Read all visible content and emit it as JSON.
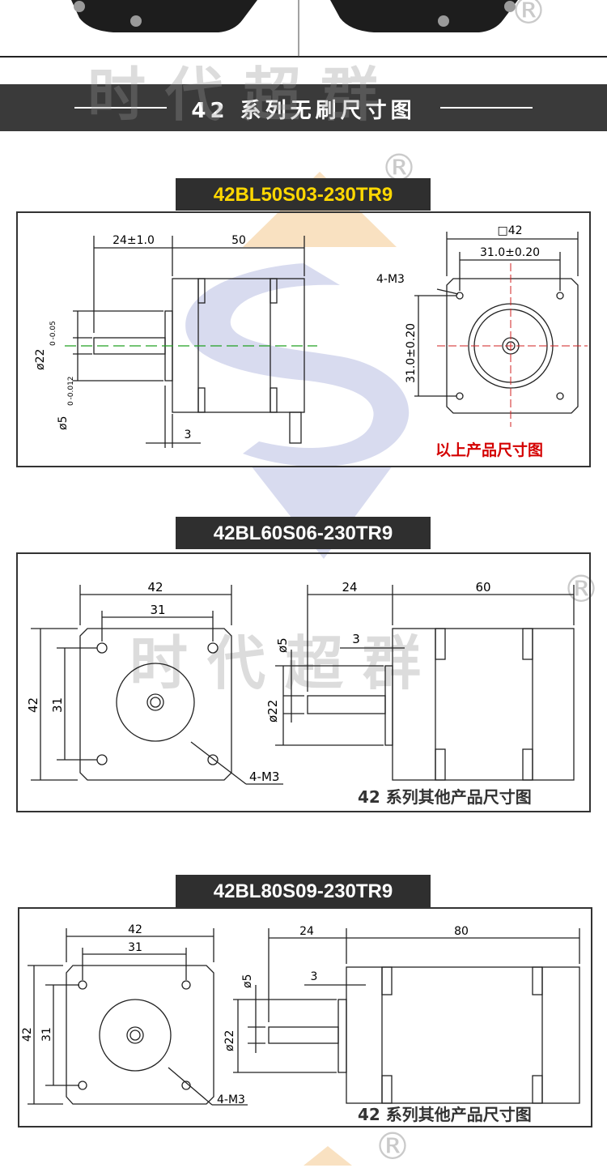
{
  "banner": {
    "title": "42 系列无刷尺寸图"
  },
  "watermark": {
    "text": "时代超群",
    "reg": "®"
  },
  "drawings": [
    {
      "model": "42BL50S03-230TR9",
      "caption": "以上产品尺寸图",
      "side": {
        "shaft_len": "24±1.0",
        "body_len": "50",
        "flange": "3",
        "pilot_dia": "ø22",
        "pilot_tol": "0 -0.05",
        "shaft_dia": "ø5",
        "shaft_tol": "0 -0.012"
      },
      "front": {
        "square": "□42",
        "hole_pitch_h": "31.0±0.20",
        "hole_pitch_v": "31.0±0.20",
        "holes": "4-M3"
      }
    },
    {
      "model": "42BL60S06-230TR9",
      "caption": "42 系列其他产品尺寸图",
      "front": {
        "width": "42",
        "pitch": "31",
        "height": "42",
        "pitch_v": "31",
        "holes": "4-M3"
      },
      "side": {
        "shaft_len": "24",
        "body_len": "60",
        "flange": "3",
        "shaft_dia": "ø5",
        "pilot_dia": "ø22"
      }
    },
    {
      "model": "42BL80S09-230TR9",
      "caption": "42 系列其他产品尺寸图",
      "front": {
        "width": "42",
        "pitch": "31",
        "height": "42",
        "pitch_v": "31",
        "holes": "4-M3"
      },
      "side": {
        "shaft_len": "24",
        "body_len": "80",
        "flange": "3",
        "shaft_dia": "ø5",
        "pilot_dia": "ø22"
      }
    }
  ]
}
